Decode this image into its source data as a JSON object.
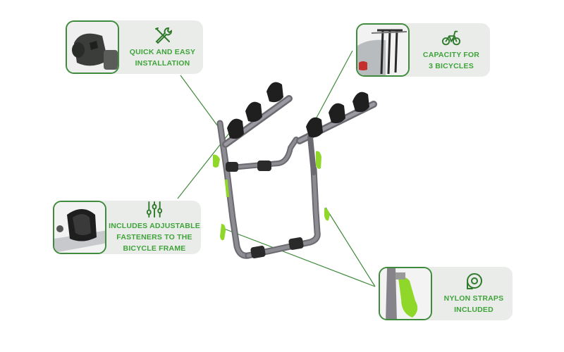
{
  "product": {
    "name": "3-bike trunk mount bicycle rack",
    "frame_color": "#7d7b82",
    "accent_color": "#8fd82a",
    "padding_color": "#2a2a2a"
  },
  "colors": {
    "callout_bg": "#e9ece9",
    "callout_border": "#3f8a3c",
    "callout_text": "#3fa33a",
    "icon_color": "#2f7a2c",
    "leader_line": "#3f8a3c"
  },
  "callouts": [
    {
      "id": "installation",
      "icon": "wrench-screwdriver-icon",
      "text": "QUICK AND EASY\nINSTALLATION",
      "thumbnail": "clamp-knob-closeup"
    },
    {
      "id": "capacity",
      "icon": "bicycle-icon",
      "text": "CAPACITY FOR\n3 BICYCLES",
      "thumbnail": "car-with-three-bikes"
    },
    {
      "id": "fasteners",
      "icon": "adjustment-sliders-icon",
      "text": "INCLUDES ADJUSTABLE\nFASTENERS TO THE\nBICYCLE FRAME",
      "thumbnail": "cradle-strap-closeup"
    },
    {
      "id": "straps",
      "icon": "tape-roll-icon",
      "text": "NYLON STRAPS\nINCLUDED",
      "thumbnail": "green-strap-closeup"
    }
  ]
}
